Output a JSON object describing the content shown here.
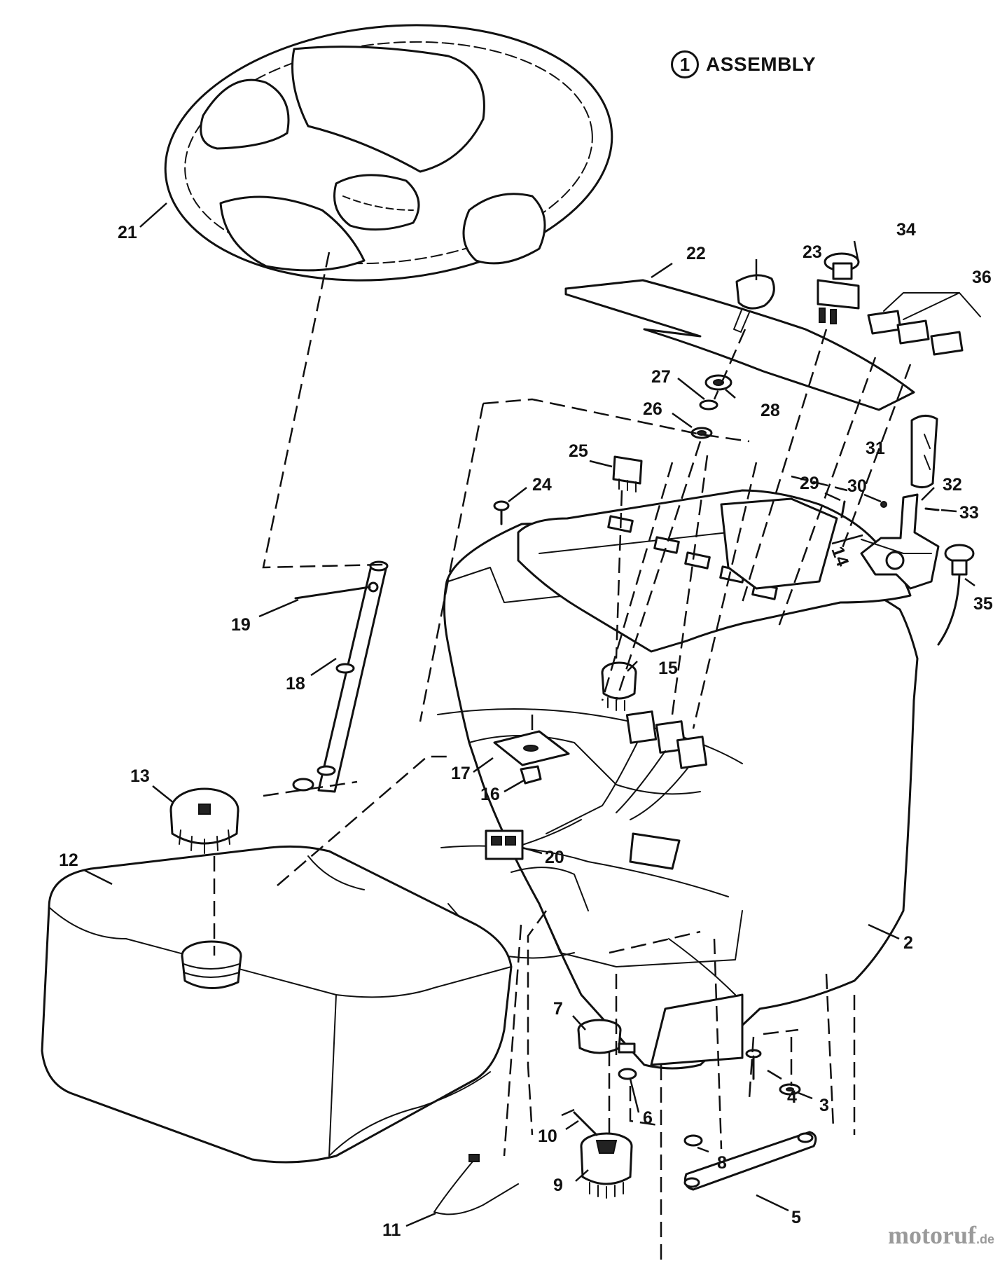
{
  "assembly": {
    "number": "1",
    "label": "ASSEMBLY"
  },
  "watermark": {
    "name": "motoruf",
    "tld": ".de"
  },
  "callouts": {
    "c2": "2",
    "c3": "3",
    "c4": "4",
    "c5": "5",
    "c6": "6",
    "c7": "7",
    "c8": "8",
    "c9": "9",
    "c10": "10",
    "c11": "11",
    "c12": "12",
    "c13": "13",
    "c14": "14",
    "c15": "15",
    "c16": "16",
    "c17": "17",
    "c18": "18",
    "c19": "19",
    "c20": "20",
    "c21": "21",
    "c22": "22",
    "c23": "23",
    "c24": "24",
    "c25": "25",
    "c26": "26",
    "c27": "27",
    "c28": "28",
    "c29": "29",
    "c30": "30",
    "c31": "31",
    "c32": "32",
    "c33": "33",
    "c34": "34",
    "c35": "35",
    "c36": "36"
  }
}
